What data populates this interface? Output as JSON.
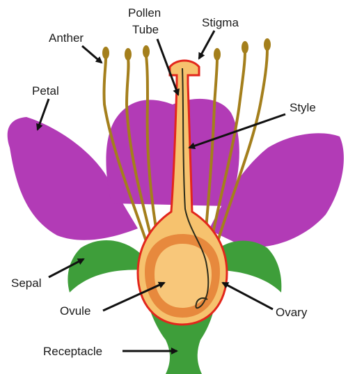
{
  "labels": {
    "pollen": "Pollen",
    "tube": "Tube",
    "stigma": "Stigma",
    "anther": "Anther",
    "petal": "Petal",
    "style": "Style",
    "sepal": "Sepal",
    "ovule": "Ovule",
    "ovary": "Ovary",
    "receptacle": "Receptacle"
  },
  "colors": {
    "petal": "#B23BB6",
    "sepal": "#3E9E3A",
    "receptacle": "#3E9E3A",
    "stamen": "#A47F1C",
    "pistil": "#F6C26E",
    "pistil_outline": "#E2261C",
    "ovary_wall": "#E7893D",
    "ovule": "#F8C77A",
    "pollen_tube": "#2B2B1A"
  }
}
